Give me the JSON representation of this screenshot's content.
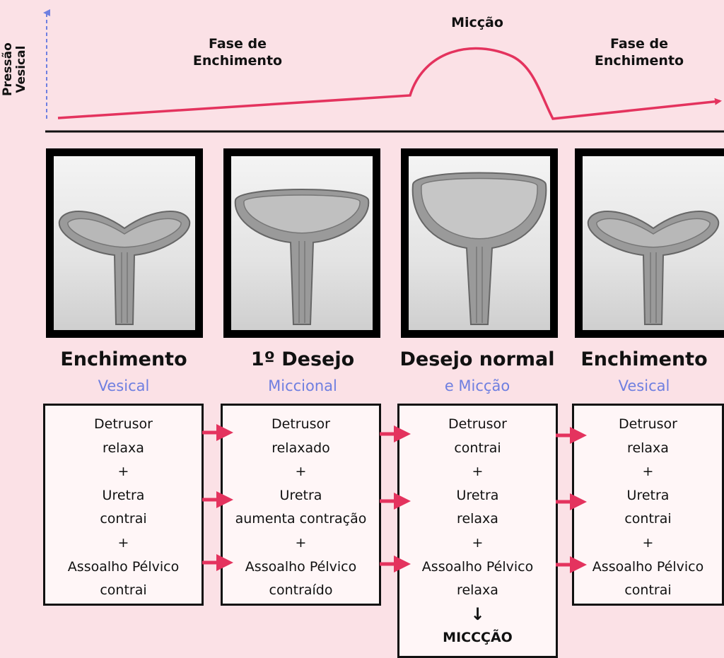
{
  "axis": {
    "label_line1": "Pressão",
    "label_line2": "Vesical"
  },
  "phases": {
    "fill1": {
      "line1": "Fase de",
      "line2": "Enchimento"
    },
    "voiding": {
      "label": "Micção"
    },
    "fill2": {
      "line1": "Fase de",
      "line2": "Enchimento"
    }
  },
  "stages": [
    {
      "title": "Enchimento",
      "subtitle": "Vesical",
      "lines": [
        "Detrusor",
        "relaxa",
        "+",
        "Uretra",
        "contrai",
        "+",
        "Assoalho Pélvico",
        "contrai"
      ]
    },
    {
      "title": "1º Desejo",
      "subtitle": "Miccional",
      "lines": [
        "Detrusor",
        "relaxado",
        "+",
        "Uretra",
        "aumenta contração",
        "+",
        "Assoalho Pélvico",
        "contraído"
      ]
    },
    {
      "title": "Desejo normal",
      "subtitle": "e Micção",
      "lines": [
        "Detrusor",
        "contrai",
        "+",
        "Uretra",
        "relaxa",
        "+",
        "Assoalho Pélvico",
        "relaxa"
      ],
      "arrow": "↓",
      "result": "MICCÇÃO"
    },
    {
      "title": "Enchimento",
      "subtitle": "Vesical",
      "lines": [
        "Detrusor",
        "relaxa",
        "+",
        "Uretra",
        "contrai",
        "+",
        "Assoalho Pélvico",
        "contrai"
      ]
    }
  ],
  "colors": {
    "background": "#fbe1e6",
    "pressure_curve": "#e4335e",
    "connector_arrows": "#e4335e",
    "axis_arrow": "#6f7fe0",
    "subtitle": "#6f7fe0"
  }
}
